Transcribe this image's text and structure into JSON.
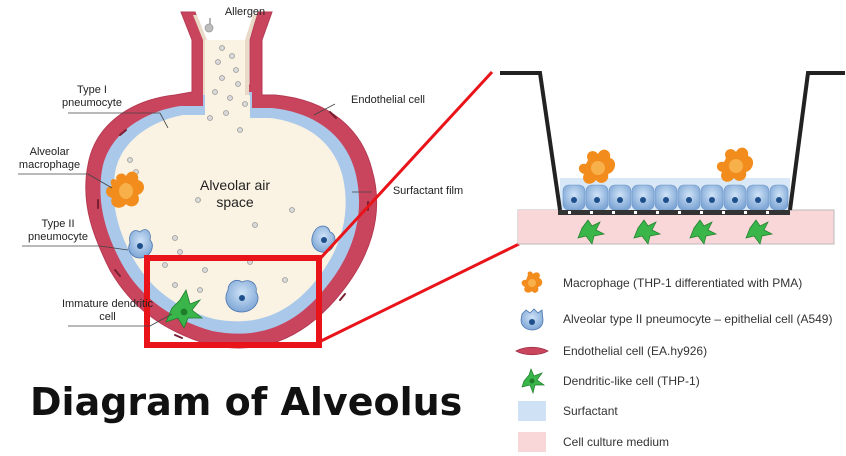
{
  "title": "Diagram of Alveolus",
  "labels": {
    "allergen": "Allergen",
    "type1": "Type I pneumocyte",
    "endothelial": "Endothelial cell",
    "macrophage": "Alveolar macrophage",
    "airspace": "Alveolar air space",
    "surfactant_film": "Surfactant film",
    "type2": "Type II pneumocyte",
    "immature_dc": "Immature dendritic cell"
  },
  "legend": [
    {
      "icon": "macrophage-icon",
      "label": "Macrophage (THP-1 differentiated with PMA)"
    },
    {
      "icon": "epithelial-cell-icon",
      "label": "Alveolar type II pneumocyte – epithelial cell (A549)"
    },
    {
      "icon": "endothelial-cell-icon",
      "label": "Endothelial cell (EA.hy926)"
    },
    {
      "icon": "dendritic-cell-icon",
      "label": "Dendritic-like cell (THP-1)"
    },
    {
      "icon": "surfactant-swatch-icon",
      "label": "Surfactant"
    },
    {
      "icon": "medium-swatch-icon",
      "label": "Cell culture medium"
    }
  ],
  "colors": {
    "highlight": "#e8141a",
    "tissue": "#c9455e",
    "airspace": "#faf3e3",
    "surfactant": "#a9c8ea",
    "macrophage": "#f28c1c",
    "dendritic": "#39b54a",
    "medium": "#f9d6d8"
  }
}
